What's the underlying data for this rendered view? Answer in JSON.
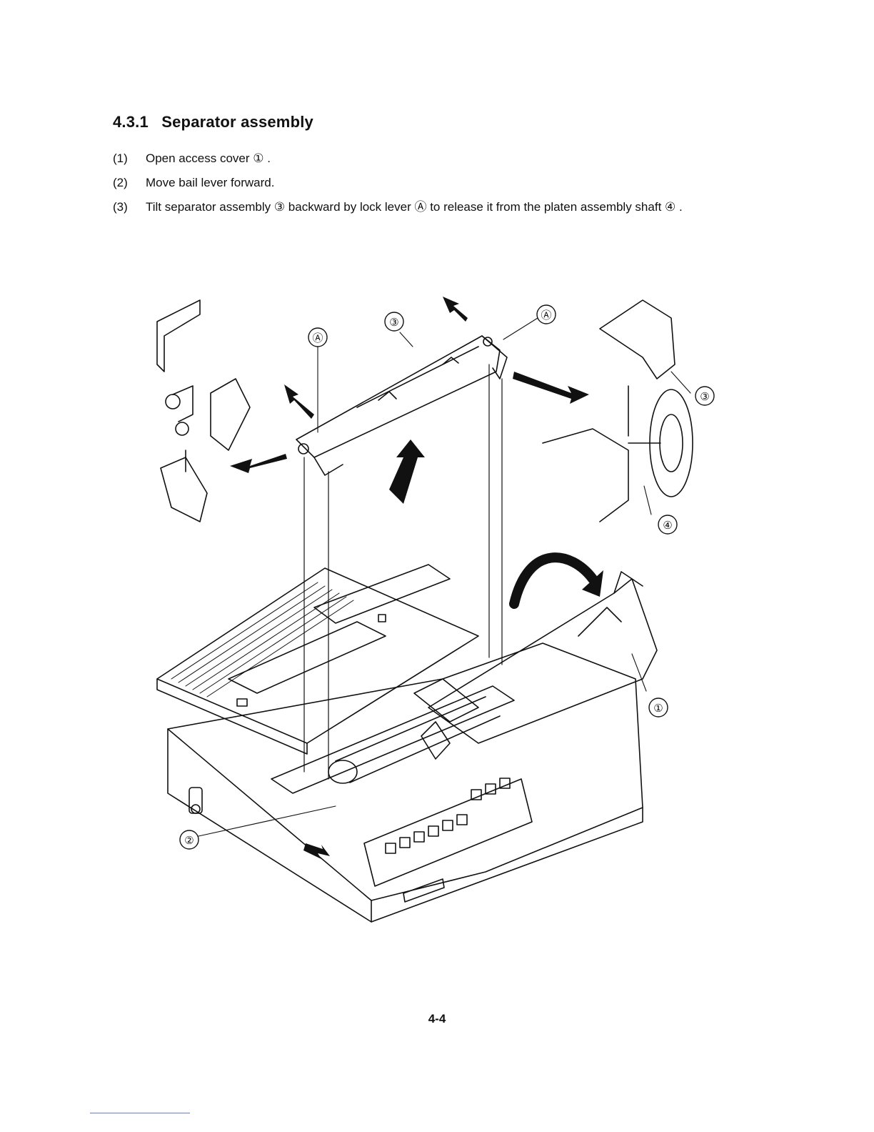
{
  "section": {
    "number": "4.3.1",
    "title": "Separator assembly"
  },
  "steps": [
    {
      "index": "(1)",
      "text": "Open access cover ① ."
    },
    {
      "index": "(2)",
      "text": "Move bail lever forward."
    },
    {
      "index": "(3)",
      "text": "Tilt separator assembly ③ backward by lock lever Ⓐ to release it from the platen assembly shaft ④ ."
    }
  ],
  "figure": {
    "callouts": [
      "①",
      "②",
      "③",
      "③",
      "④",
      "Ⓐ",
      "Ⓐ"
    ]
  },
  "page_number": "4-4"
}
